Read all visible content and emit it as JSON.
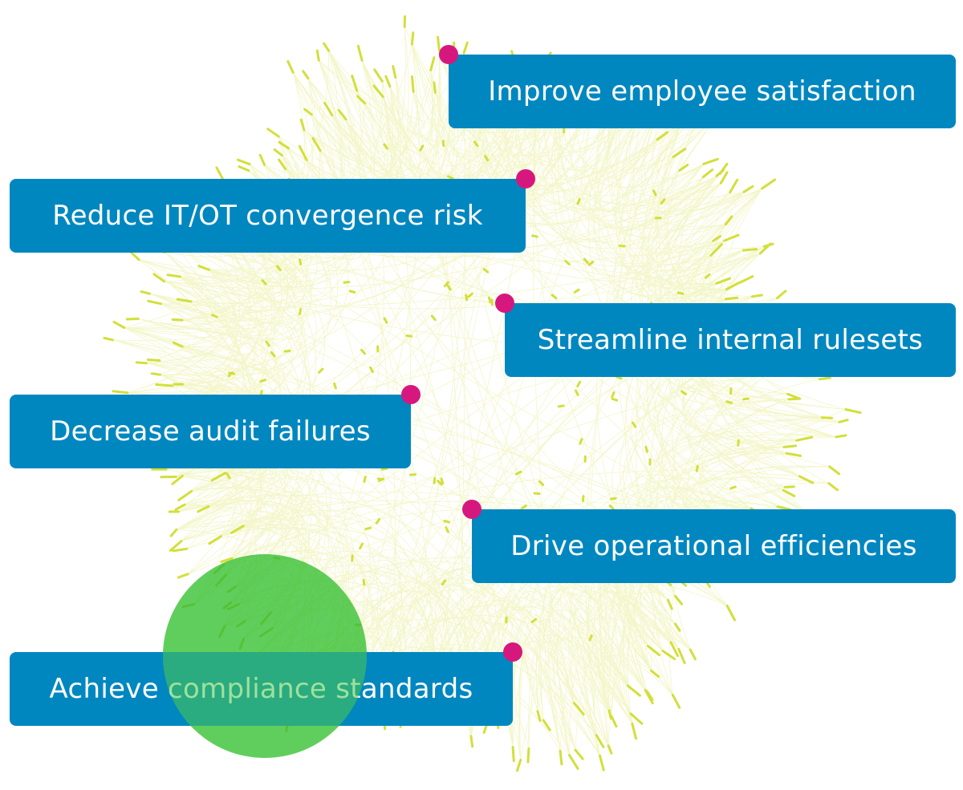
{
  "colors": {
    "box": "#0087c0",
    "box_text": "#ffffff",
    "dot": "#d6187e",
    "network": "#d3df3a",
    "accent_circle": "#4fc84a"
  },
  "labels": [
    {
      "id": "improve-employee-satisfaction",
      "text": "Improve employee satisfaction"
    },
    {
      "id": "reduce-it-ot-convergence-risk",
      "text": "Reduce IT/OT convergence risk"
    },
    {
      "id": "streamline-internal-rulesets",
      "text": "Streamline internal rulesets"
    },
    {
      "id": "decrease-audit-failures",
      "text": "Decrease audit failures"
    },
    {
      "id": "drive-operational-efficiencies",
      "text": "Drive operational efficiencies"
    },
    {
      "id": "achieve-compliance-standards",
      "text": "Achieve compliance standards"
    }
  ]
}
